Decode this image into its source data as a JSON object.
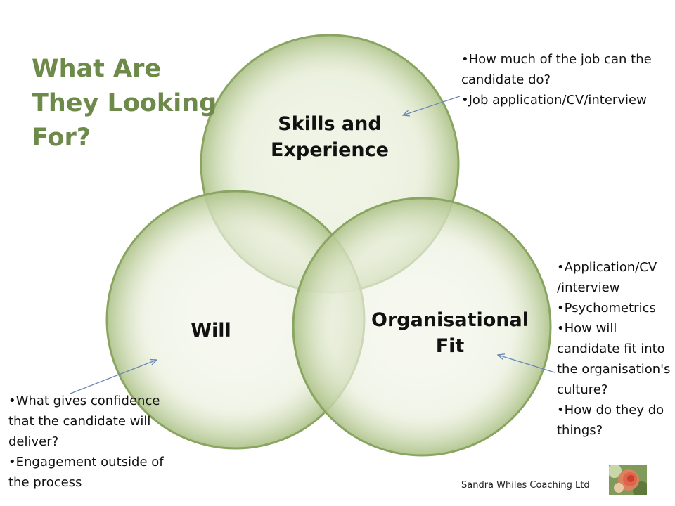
{
  "title": {
    "lines": [
      "What Are",
      "They Looking",
      "For?"
    ]
  },
  "circles": [
    {
      "id": "skills",
      "label_lines": [
        "Skills and",
        "Experience"
      ]
    },
    {
      "id": "will",
      "label_lines": [
        "Will"
      ]
    },
    {
      "id": "fit",
      "label_lines": [
        "Organisational",
        "Fit"
      ]
    }
  ],
  "notes": {
    "skills": [
      "How much of the job can the candidate do?",
      "Job application/CV/interview"
    ],
    "fit": [
      "Application/CV /interview",
      "Psychometrics",
      "How will candidate fit into the organisation's culture?",
      "How do they do things?"
    ],
    "will": [
      "What gives confidence that the candidate will deliver?",
      "Engagement outside of the process"
    ]
  },
  "footer": {
    "text": "Sandra Whiles Coaching Ltd"
  },
  "colors": {
    "title": "#6d8a4a",
    "circle_fill": "#dfe8c9",
    "circle_edge": "#8aa561",
    "arrow": "#6b86b8"
  },
  "logo_icon": "rose-photo-icon"
}
